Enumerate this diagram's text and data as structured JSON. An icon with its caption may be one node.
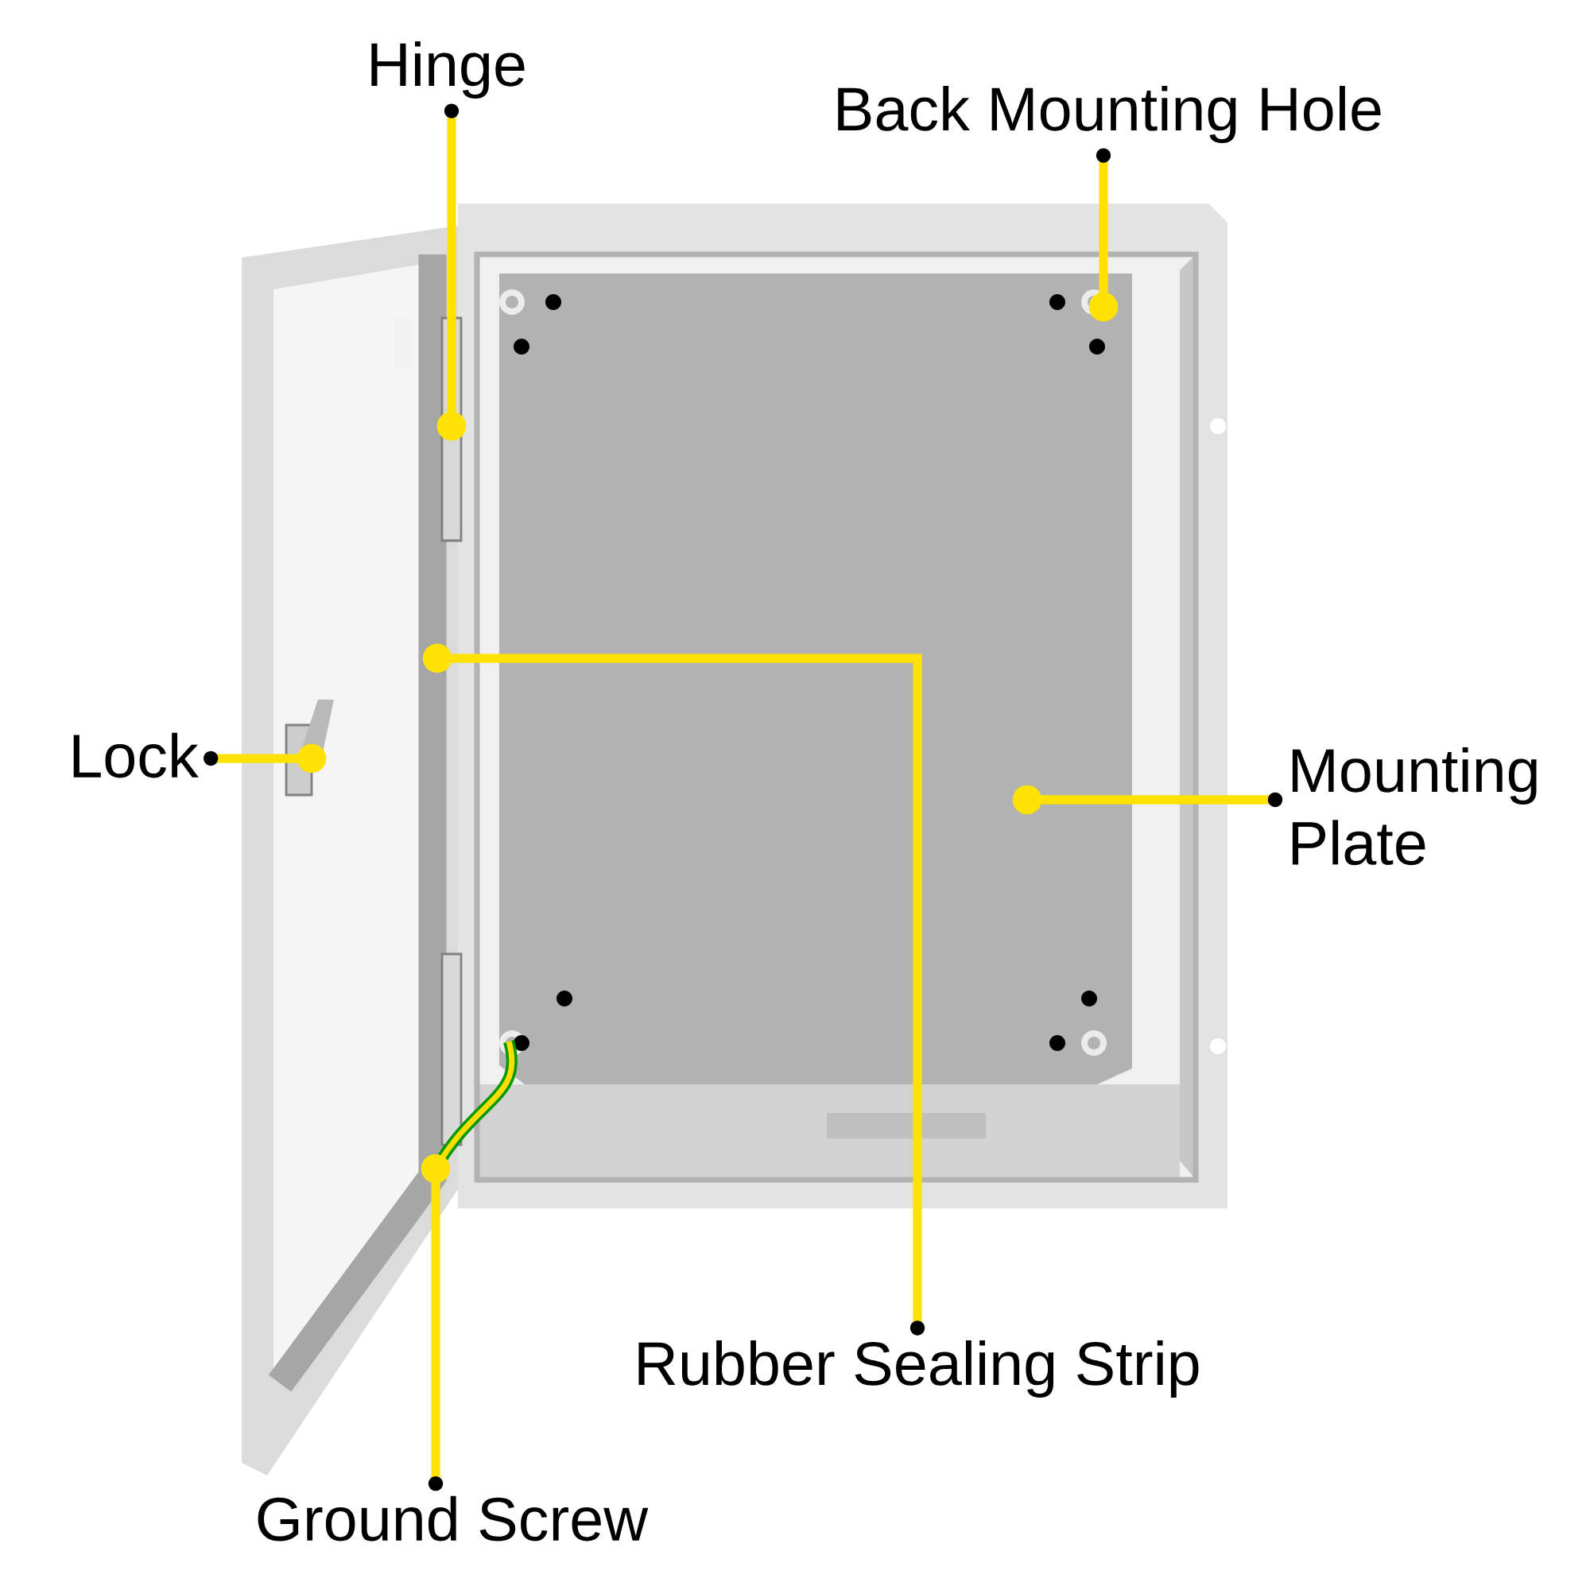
{
  "diagram": {
    "nodes": [
      {
        "text": [
          "Hinge"
        ]
      },
      {
        "text": [
          "Back Mounting Hole"
        ]
      },
      {
        "text": [
          "Lock"
        ]
      },
      {
        "text": [
          "Mounting Plate"
        ]
      },
      {
        "text": [
          "Rubber Sealing Strip"
        ]
      },
      {
        "text": [
          "Ground Screw"
        ]
      }
    ],
    "edges": [
      {
        "from": 0,
        "to": null,
        "arrow": "other"
      },
      {
        "from": 1,
        "to": null,
        "arrow": "other"
      },
      {
        "from": 2,
        "to": null,
        "arrow": "other"
      },
      {
        "from": 3,
        "to": null,
        "arrow": "other"
      },
      {
        "from": 4,
        "to": null,
        "arrow": "other"
      },
      {
        "from": 5,
        "to": null,
        "arrow": "other"
      }
    ]
  }
}
